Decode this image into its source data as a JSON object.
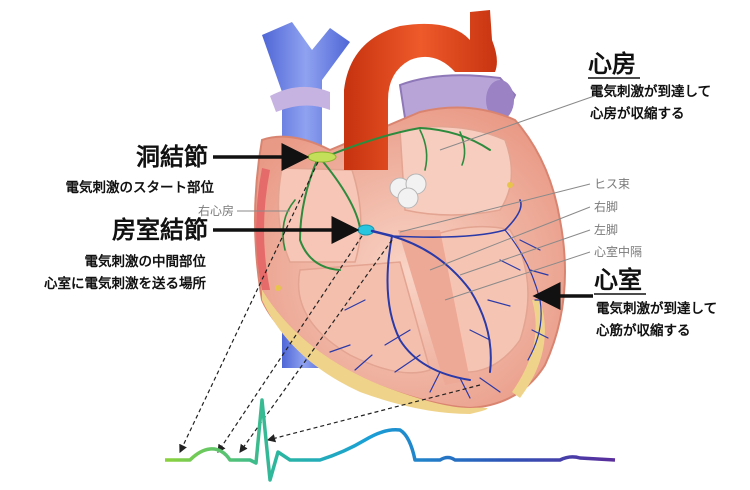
{
  "labels": {
    "sa_node_title": "洞結節",
    "sa_node_desc": "電気刺激のスタート部位",
    "right_atrium": "右心房",
    "av_node_title": "房室結節",
    "av_node_desc_1": "電気刺激の中間部位",
    "av_node_desc_2": "心室に電気刺激を送る場所",
    "atrium_title": "心房",
    "atrium_desc_1": "電気刺激が到達して",
    "atrium_desc_2": "心房が収縮する",
    "his_bundle": "ヒス束",
    "right_bundle": "右脚",
    "left_bundle": "左脚",
    "septum": "心室中隔",
    "ventricle_title": "心室",
    "ventricle_desc_1": "電気刺激が到達して",
    "ventricle_desc_2": "心筋が収縮する"
  },
  "colors": {
    "aorta": "#e8431e",
    "vena_cava": "#6f85e8",
    "pulmonary": "#b9a4d8",
    "myocardium": "#f4b9a7",
    "conduction_green": "#2e8b3e",
    "purkinje_blue": "#2a3aa8",
    "fat_yellow": "#f0d38a",
    "ecg_start": "#8cd23c",
    "ecg_mid": "#1aa0d6",
    "ecg_end": "#5b2d9c"
  }
}
